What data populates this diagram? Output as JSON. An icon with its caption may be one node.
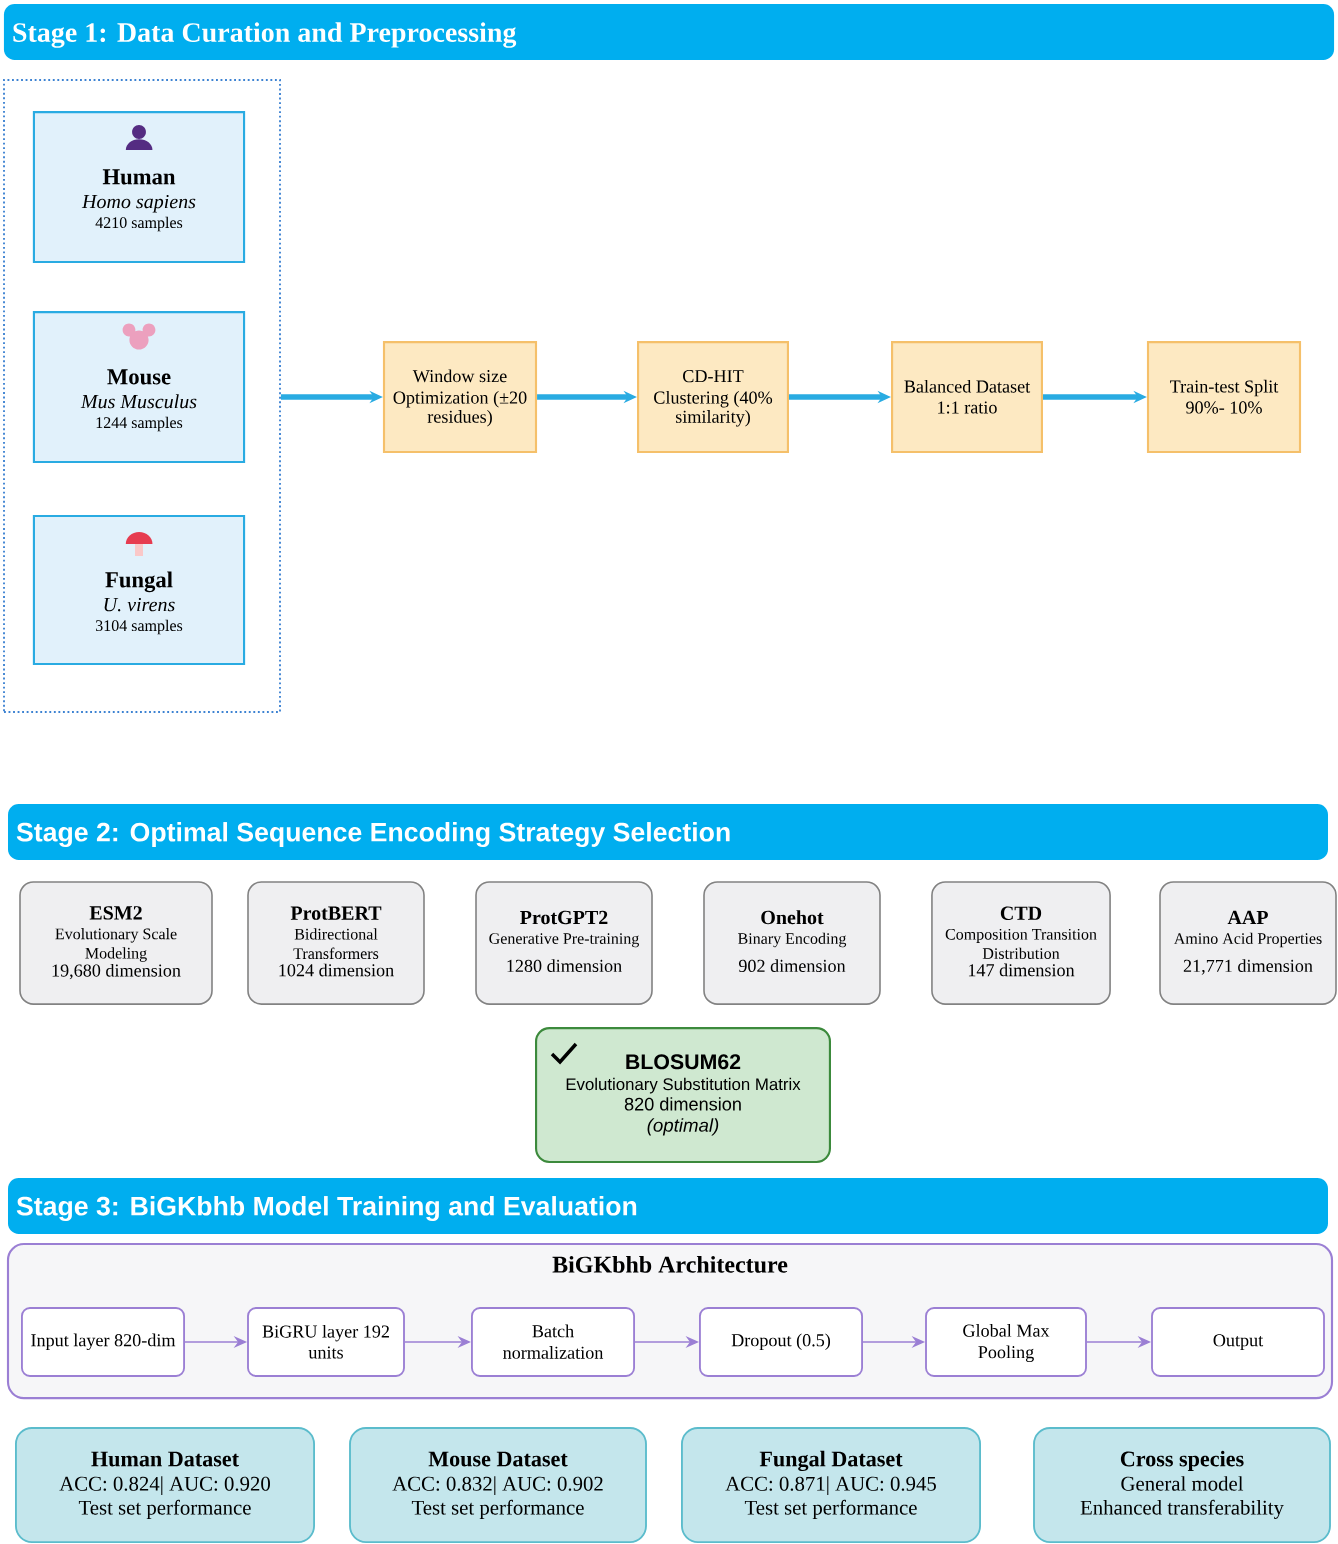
{
  "diagram": {
    "nodes": [
      {
        "text": [
          "Stage 1: Data Curation and Preprocessing"
        ]
      },
      {
        "text": [],
        "shape": "box"
      },
      {
        "text": [
          "Human",
          "Homo sapiens",
          "4210 samples"
        ],
        "in": 1
      },
      {
        "text": [
          "Mouse",
          "Mus Musculus",
          "1244 samples"
        ],
        "in": 1
      },
      {
        "text": [
          "Fungal",
          "U. virens",
          "3104 samples"
        ],
        "in": 1
      },
      {
        "text": [
          "Window size Optimization (±20 residues)"
        ]
      },
      {
        "text": [
          "CD-HIT Clustering (40% similarity)"
        ]
      },
      {
        "text": [
          "Balanced Dataset 1:1 ratio"
        ]
      },
      {
        "text": [
          "Train-test Split 90%- 10%"
        ]
      },
      {
        "text": [
          "Stage 2:  Optimal Sequence Encoding Strategy Selection"
        ]
      },
      {
        "text": [
          "ESM2",
          "Evolutionary Scale Modeling",
          "19,680 dimension"
        ]
      },
      {
        "text": [
          "ProtBERT",
          "Bidirectional Transformers",
          "1024 dimension"
        ]
      },
      {
        "text": [
          "ProtGPT2",
          "Generative Pre-training",
          "1280 dimension"
        ]
      },
      {
        "text": [
          "Onehot",
          "Binary Encoding",
          "902 dimension"
        ]
      },
      {
        "text": [
          "CTD",
          "Composition Transition Distribution",
          "147 dimension"
        ]
      },
      {
        "text": [
          "AAP",
          "Amino Acid Properties",
          "21,771 dimension"
        ]
      },
      {
        "text": [
          "BLOSUM62",
          "Evolutionary Substitution Matrix",
          "820 dimension",
          "(optimal)"
        ]
      },
      {
        "text": [
          "Stage 3:  BiGKbhb Model Training and Evaluation"
        ]
      },
      {
        "text": [
          "BiGKbhb Architecture"
        ]
      },
      {
        "text": [
          "Input layer 820-dim"
        ],
        "in": 18
      },
      {
        "text": [
          "BiGRU layer 192 units"
        ],
        "in": 18
      },
      {
        "text": [
          "Batch normalization"
        ],
        "in": 18
      },
      {
        "text": [
          "Dropout (0.5)"
        ],
        "in": 18
      },
      {
        "text": [
          "Global Max Pooling"
        ],
        "in": 18
      },
      {
        "text": [
          "Output"
        ],
        "in": 18
      },
      {
        "text": [
          "Human Dataset",
          "ACC: 0.824| AUC: 0.920",
          "Test set performance"
        ]
      },
      {
        "text": [
          "Mouse Dataset",
          "ACC: 0.832| AUC: 0.902",
          "Test set performance"
        ]
      },
      {
        "text": [
          "Fungal Dataset",
          "ACC: 0.871| AUC: 0.945",
          "Test set performance"
        ]
      },
      {
        "text": [
          "Cross species",
          "General model",
          "Enhanced transferability"
        ]
      }
    ],
    "edges": [
      {
        "from": 1,
        "to": 5,
        "arrow": "to",
        "style": "thick",
        "color": "#29abe2"
      },
      {
        "from": 5,
        "to": 6,
        "arrow": "to",
        "style": "thick",
        "color": "#29abe2"
      },
      {
        "from": 6,
        "to": 7,
        "arrow": "to",
        "style": "thick",
        "color": "#29abe2"
      },
      {
        "from": 7,
        "to": 8,
        "arrow": "to",
        "style": "thick",
        "color": "#29abe2"
      },
      {
        "from": 19,
        "to": 20,
        "arrow": "to"
      },
      {
        "from": 20,
        "to": 21,
        "arrow": "to"
      },
      {
        "from": 21,
        "to": 22,
        "arrow": "to"
      },
      {
        "from": 22,
        "to": 23,
        "arrow": "to"
      },
      {
        "from": 23,
        "to": 24,
        "arrow": "to"
      }
    ]
  }
}
